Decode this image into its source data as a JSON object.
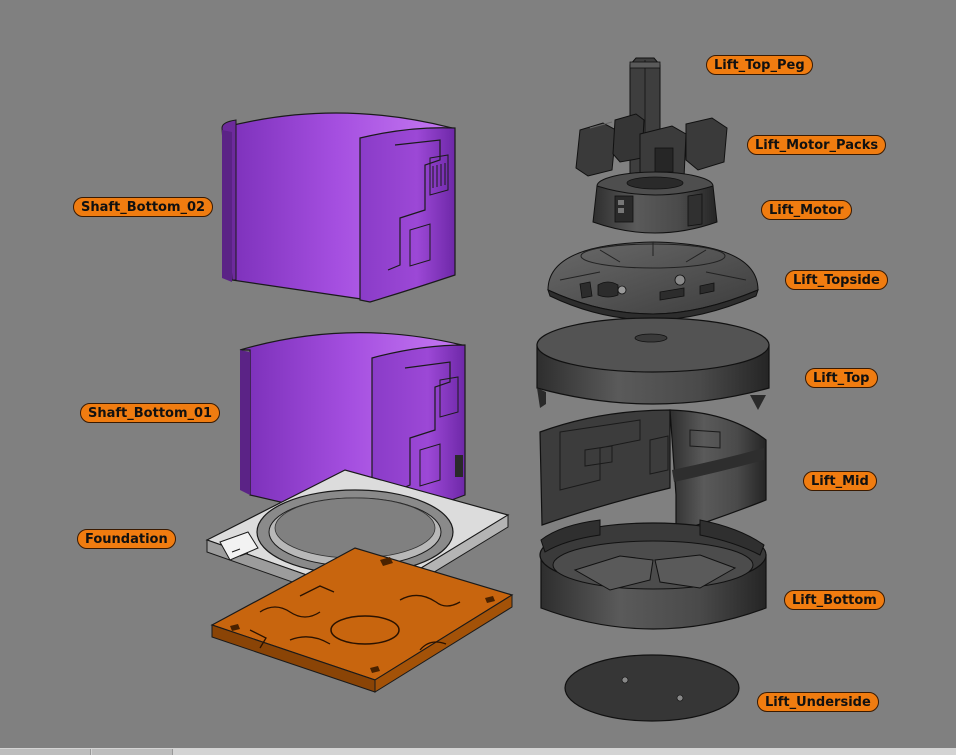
{
  "labels": {
    "shaft_bottom_02": "Shaft_Bottom_02",
    "shaft_bottom_01": "Shaft_Bottom_01",
    "foundation": "Foundation",
    "lift_top_peg": "Lift_Top_Peg",
    "lift_motor_packs": "Lift_Motor_Packs",
    "lift_motor": "Lift_Motor",
    "lift_topside": "Lift_Topside",
    "lift_top": "Lift_Top",
    "lift_mid": "Lift_Mid",
    "lift_bottom": "Lift_Bottom",
    "lift_underside": "Lift_Underside"
  },
  "colors": {
    "background": "#808080",
    "label_fill": "#f07c10",
    "shaft": "#a64fd8",
    "lift": "#444444",
    "foundation": "#d9d9d9",
    "base_plate": "#c9650e"
  }
}
